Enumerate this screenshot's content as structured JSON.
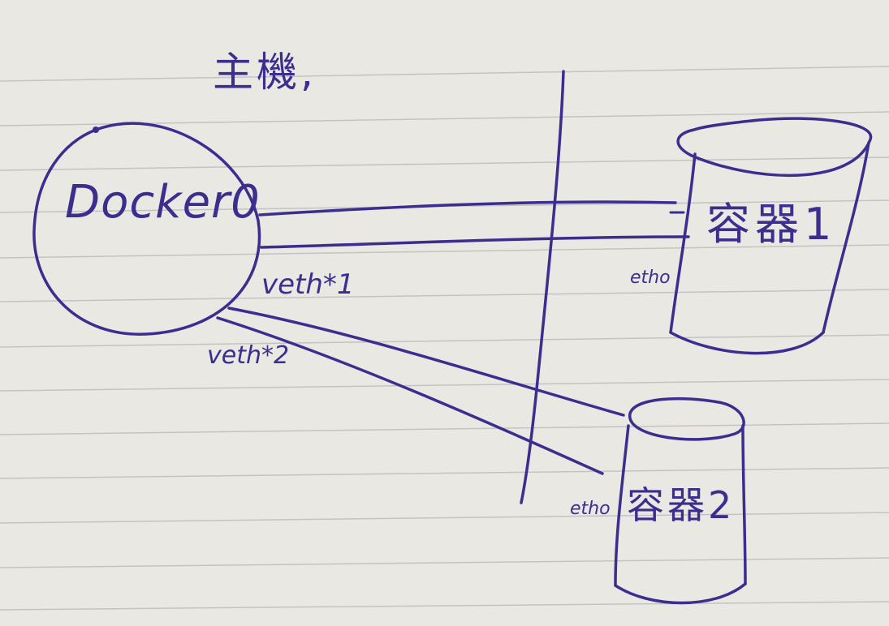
{
  "diagram": {
    "host_label": "主機,",
    "docker0_label": "Docker0",
    "veth1_label": "veth*1",
    "veth2_label": "veth*2",
    "eth0_container1_label": "etho",
    "eth0_container2_label": "etho",
    "container1_label": "容器1",
    "container2_label": "容器2"
  },
  "colors": {
    "ink": "#3b2e8f",
    "paper": "#e9e8e2",
    "rule_line": "#c4c3c4"
  }
}
